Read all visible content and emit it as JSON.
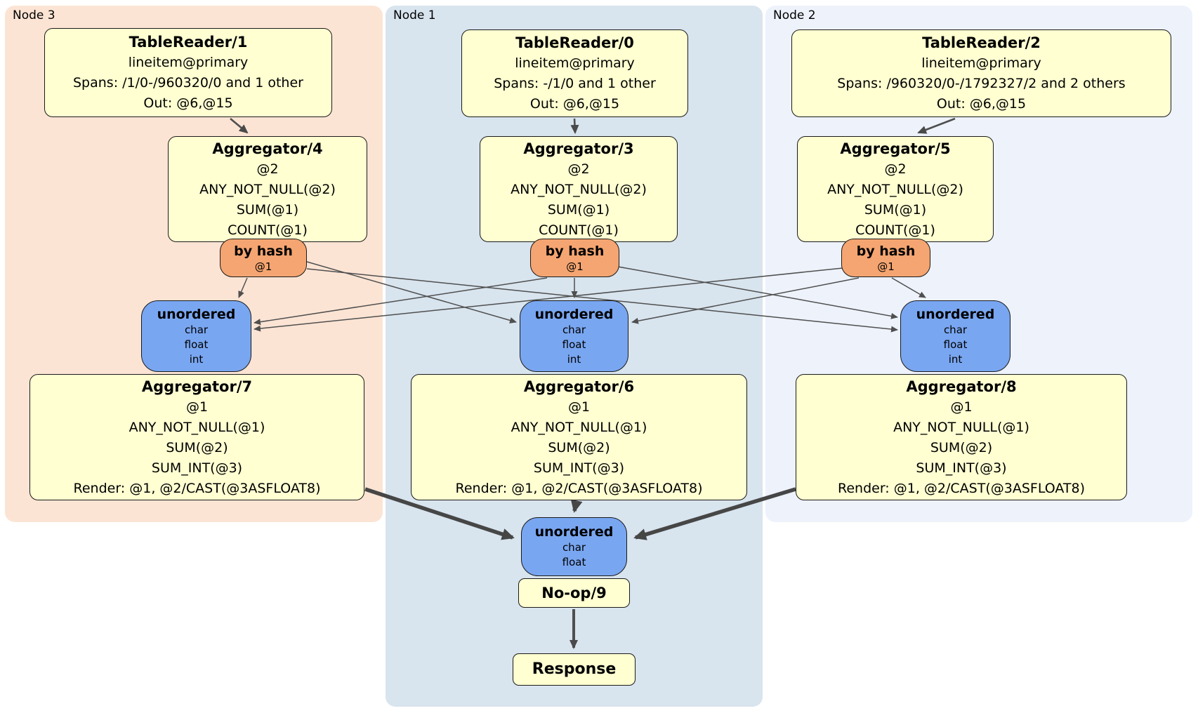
{
  "panels": {
    "node3": {
      "label": "Node 3"
    },
    "node1": {
      "label": "Node 1"
    },
    "node2": {
      "label": "Node 2"
    }
  },
  "node3": {
    "tablereader": {
      "title": "TableReader/1",
      "lines": [
        "lineitem@primary",
        "Spans: /1/0-/960320/0 and 1 other",
        "Out: @6,@15"
      ]
    },
    "stage1": {
      "title": "Aggregator/4",
      "lines": [
        "@2",
        "ANY_NOT_NULL(@2)",
        "SUM(@1)",
        "COUNT(@1)"
      ]
    },
    "router": {
      "title": "by hash",
      "lines": [
        "@1"
      ]
    },
    "sync": {
      "title": "unordered",
      "lines": [
        "char",
        "float",
        "int"
      ]
    },
    "stage2": {
      "title": "Aggregator/7",
      "lines": [
        "@1",
        "ANY_NOT_NULL(@1)",
        "SUM(@2)",
        "SUM_INT(@3)",
        "Render: @1, @2/CAST(@3ASFLOAT8)"
      ]
    }
  },
  "node1": {
    "tablereader": {
      "title": "TableReader/0",
      "lines": [
        "lineitem@primary",
        "Spans: -/1/0 and 1 other",
        "Out: @6,@15"
      ]
    },
    "stage1": {
      "title": "Aggregator/3",
      "lines": [
        "@2",
        "ANY_NOT_NULL(@2)",
        "SUM(@1)",
        "COUNT(@1)"
      ]
    },
    "router": {
      "title": "by hash",
      "lines": [
        "@1"
      ]
    },
    "sync": {
      "title": "unordered",
      "lines": [
        "char",
        "float",
        "int"
      ]
    },
    "stage2": {
      "title": "Aggregator/6",
      "lines": [
        "@1",
        "ANY_NOT_NULL(@1)",
        "SUM(@2)",
        "SUM_INT(@3)",
        "Render: @1, @2/CAST(@3ASFLOAT8)"
      ]
    },
    "final_sync": {
      "title": "unordered",
      "lines": [
        "char",
        "float"
      ]
    },
    "noop": {
      "title": "No-op/9"
    },
    "response": {
      "title": "Response"
    }
  },
  "node2": {
    "tablereader": {
      "title": "TableReader/2",
      "lines": [
        "lineitem@primary",
        "Spans: /960320/0-/1792327/2 and 2 others",
        "Out: @6,@15"
      ]
    },
    "stage1": {
      "title": "Aggregator/5",
      "lines": [
        "@2",
        "ANY_NOT_NULL(@2)",
        "SUM(@1)",
        "COUNT(@1)"
      ]
    },
    "router": {
      "title": "by hash",
      "lines": [
        "@1"
      ]
    },
    "sync": {
      "title": "unordered",
      "lines": [
        "char",
        "float",
        "int"
      ]
    },
    "stage2": {
      "title": "Aggregator/8",
      "lines": [
        "@1",
        "ANY_NOT_NULL(@1)",
        "SUM(@2)",
        "SUM_INT(@3)",
        "Render: @1, @2/CAST(@3ASFLOAT8)"
      ]
    }
  },
  "colors": {
    "panel_node3": "#fce4d4",
    "panel_node1": "#d8e4ee",
    "panel_node2": "#edf2fb",
    "processor_fill": "#ffffd2",
    "router_fill": "#f5a571",
    "sync_fill": "#79a6f1",
    "edge": "#4f4f4f"
  }
}
